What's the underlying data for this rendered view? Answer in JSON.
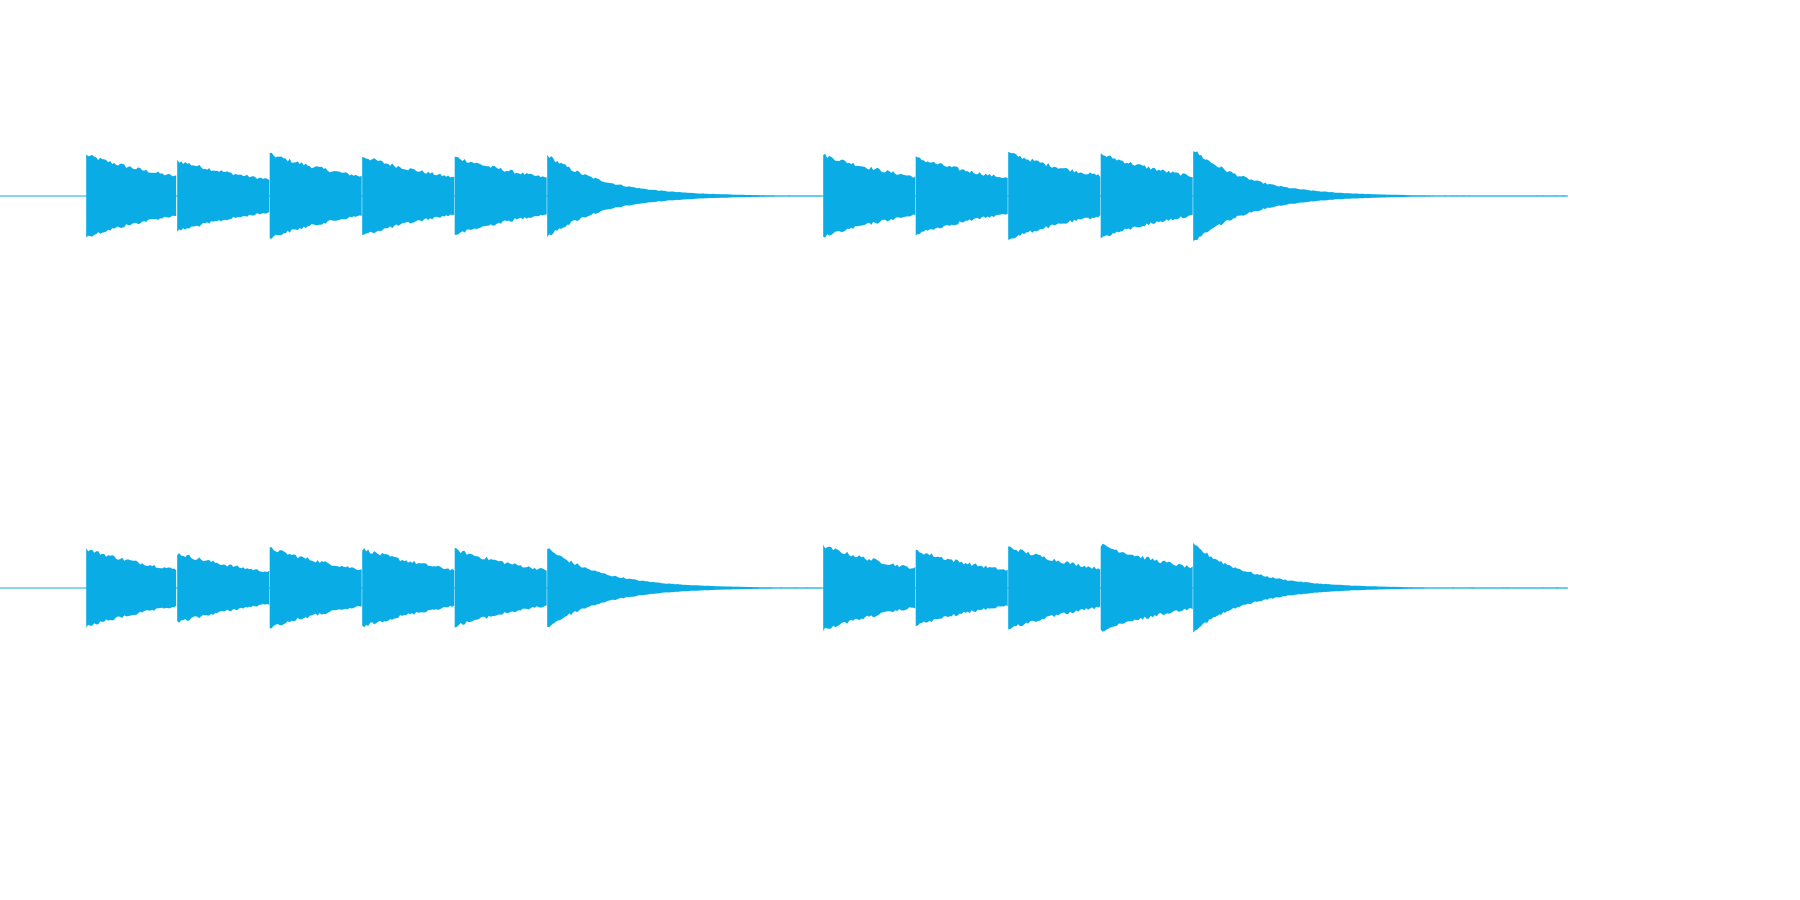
{
  "waveform": {
    "color": "#0aace6",
    "background": "#ffffff",
    "channels": [
      {
        "name": "",
        "notes": [
          {
            "start": 0.055,
            "peak": 0.56
          },
          {
            "start": 0.113,
            "peak": 0.48
          },
          {
            "start": 0.172,
            "peak": 0.57
          },
          {
            "start": 0.231,
            "peak": 0.54
          },
          {
            "start": 0.29,
            "peak": 0.53
          },
          {
            "start": 0.349,
            "peak": 0.56
          },
          {
            "start": 0.525,
            "peak": 0.56
          },
          {
            "start": 0.584,
            "peak": 0.52
          },
          {
            "start": 0.643,
            "peak": 0.59
          },
          {
            "start": 0.702,
            "peak": 0.57
          },
          {
            "start": 0.761,
            "peak": 0.63
          }
        ]
      },
      {
        "name": "",
        "notes": [
          {
            "start": 0.055,
            "peak": 0.53
          },
          {
            "start": 0.113,
            "peak": 0.47
          },
          {
            "start": 0.172,
            "peak": 0.54
          },
          {
            "start": 0.231,
            "peak": 0.53
          },
          {
            "start": 0.29,
            "peak": 0.52
          },
          {
            "start": 0.349,
            "peak": 0.54
          },
          {
            "start": 0.525,
            "peak": 0.57
          },
          {
            "start": 0.584,
            "peak": 0.51
          },
          {
            "start": 0.643,
            "peak": 0.56
          },
          {
            "start": 0.702,
            "peak": 0.59
          },
          {
            "start": 0.761,
            "peak": 0.59
          }
        ]
      }
    ]
  }
}
